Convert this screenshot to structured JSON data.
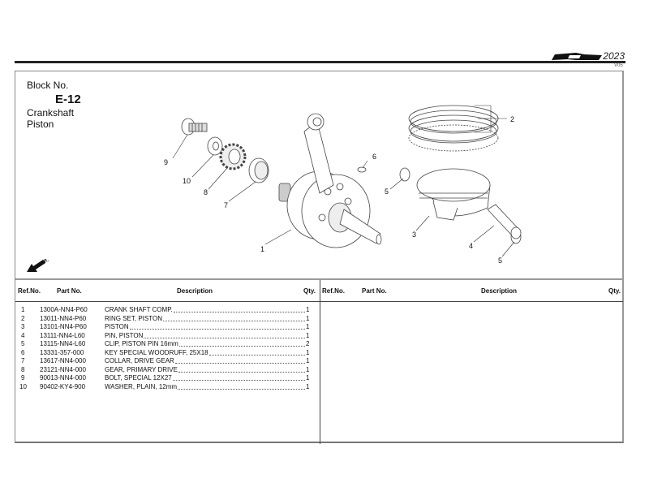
{
  "header": {
    "brand_logo": "CRF-R logo",
    "year": "2023",
    "version": "V05"
  },
  "block": {
    "label": "Block No.",
    "number": "E-12",
    "title_line1": "Crankshaft",
    "title_line2": "Piston"
  },
  "diagram": {
    "front_indicator": "FR.",
    "callouts": [
      "1",
      "2",
      "3",
      "4",
      "5",
      "5",
      "6",
      "7",
      "8",
      "9",
      "10"
    ]
  },
  "table": {
    "headers": {
      "ref_no": "Ref.No.",
      "part_no": "Part No.",
      "description": "Description",
      "qty": "Qty."
    },
    "rows": [
      {
        "ref": "1",
        "part": "1300A-NN4-P60",
        "desc": "CRANK SHAFT COMP.",
        "qty": "1"
      },
      {
        "ref": "2",
        "part": "13011-NN4-P60",
        "desc": "RING SET, PISTON",
        "qty": "1"
      },
      {
        "ref": "3",
        "part": "13101-NN4-P60",
        "desc": "PISTON",
        "qty": "1"
      },
      {
        "ref": "4",
        "part": "13111-NN4-L60",
        "desc": "PIN, PISTON",
        "qty": "1"
      },
      {
        "ref": "5",
        "part": "13115-NN4-L60",
        "desc": "CLIP, PISTON PIN 16mm",
        "qty": "2"
      },
      {
        "ref": "6",
        "part": "13331-357-000",
        "desc": "KEY SPECIAL WOODRUFF, 25X18",
        "qty": "1"
      },
      {
        "ref": "7",
        "part": "13617-NN4-000",
        "desc": "COLLAR, DRIVE GEAR",
        "qty": "1"
      },
      {
        "ref": "8",
        "part": "23121-NN4-000",
        "desc": "GEAR, PRIMARY DRIVE",
        "qty": "1"
      },
      {
        "ref": "9",
        "part": "90013-NN4-000",
        "desc": "BOLT, SPECIAL 12X27",
        "qty": "1"
      },
      {
        "ref": "10",
        "part": "90402-KY4-900",
        "desc": "WASHER, PLAIN, 12mm",
        "qty": "1"
      }
    ]
  }
}
